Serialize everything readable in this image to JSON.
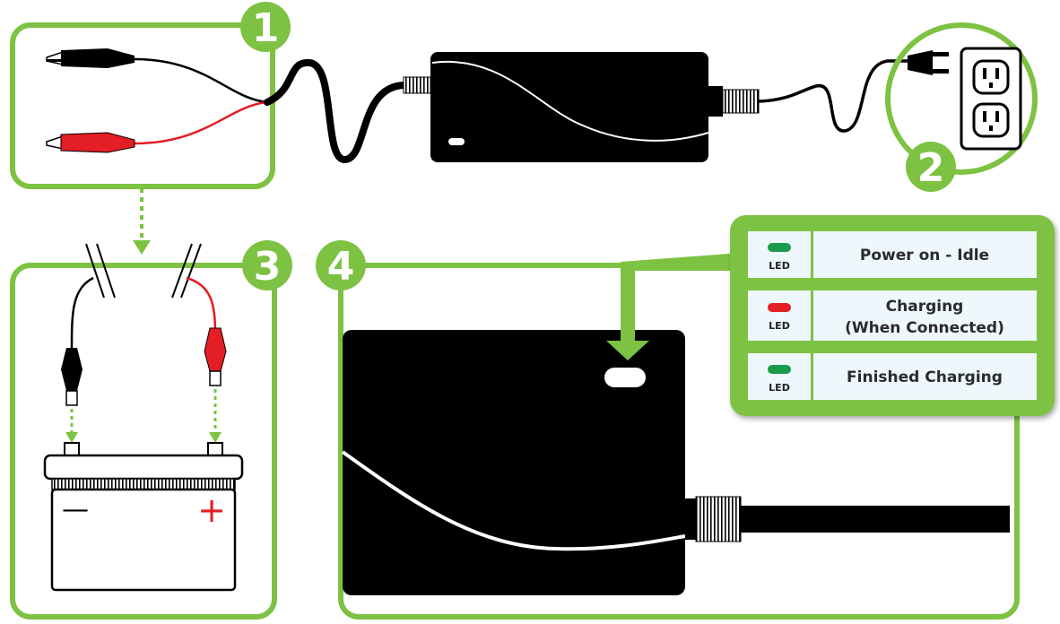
{
  "colors": {
    "accent_green": "#7dc242",
    "panel_bg": "#eef7fc",
    "device_black": "#000000",
    "led_green": "#1a9b4b",
    "led_red": "#e31e24",
    "clamp_red": "#e31e24"
  },
  "steps": [
    {
      "number": "1"
    },
    {
      "number": "2"
    },
    {
      "number": "3"
    },
    {
      "number": "4"
    }
  ],
  "battery": {
    "negative_symbol": "—",
    "positive_symbol": "+"
  },
  "led_legend": [
    {
      "led_label": "LED",
      "led_color": "#1a9b4b",
      "status_lines": [
        "Power on - Idle"
      ]
    },
    {
      "led_label": "LED",
      "led_color": "#e31e24",
      "status_lines": [
        "Charging",
        "(When Connected)"
      ]
    },
    {
      "led_label": "LED",
      "led_color": "#1a9b4b",
      "status_lines": [
        "Finished Charging"
      ]
    }
  ]
}
